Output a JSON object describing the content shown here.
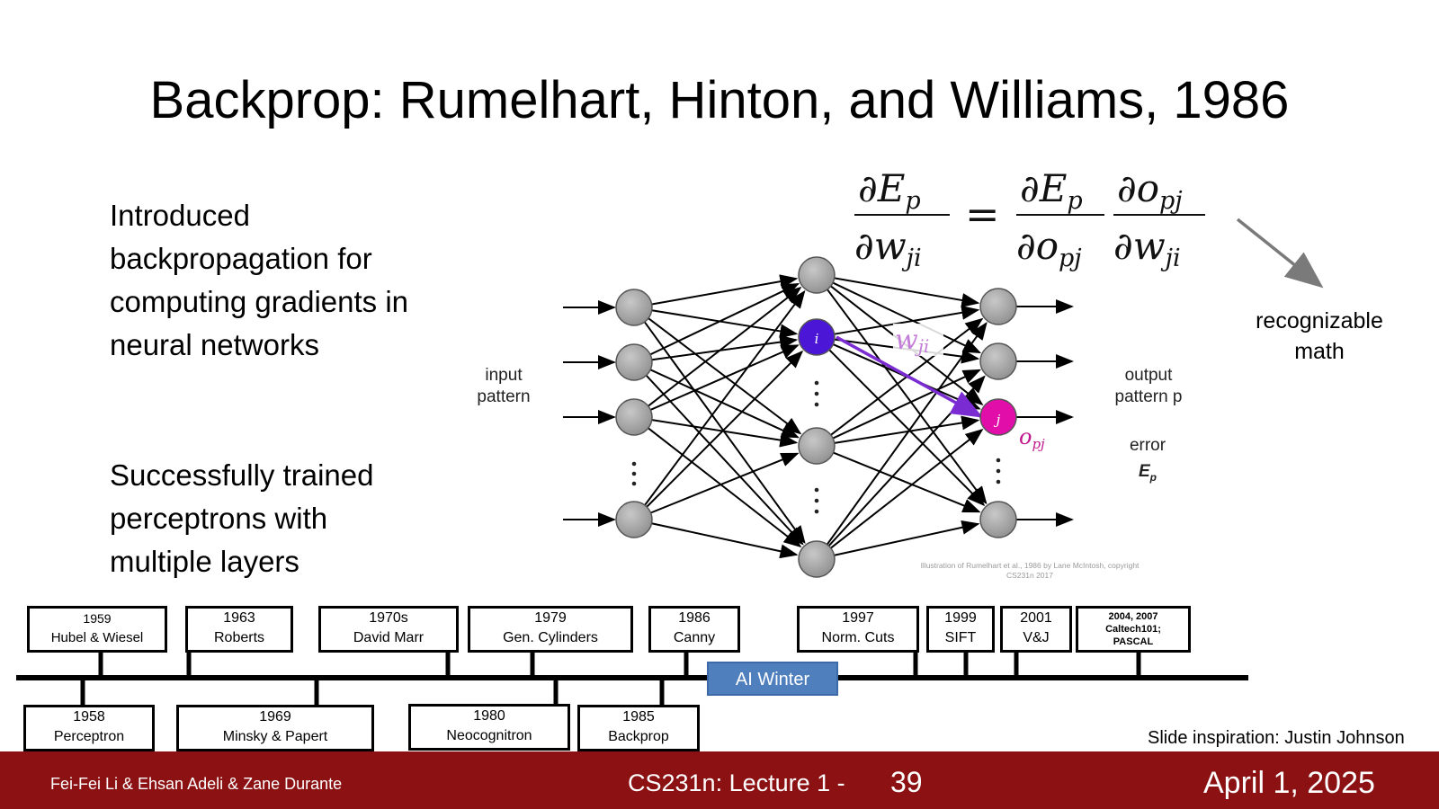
{
  "slide": {
    "title": "Backprop: Rumelhart, Hinton, and Williams, 1986",
    "bullet1": "Introduced backpropagation for computing gradients in neural networks",
    "bullet2": "Successfully trained perceptrons with multiple layers"
  },
  "diagram": {
    "input_label": "input\npattern",
    "output_label": "output\npattern p",
    "error_label": "error",
    "error_symbol": "E",
    "error_subscript": "p",
    "node_i_label": "i",
    "node_j_label": "j",
    "weight_label": "w",
    "weight_subscript": "ji",
    "output_node_label": "o",
    "output_node_subscript": "pj",
    "credit": "Illustration of Rumelhart et al., 1986 by Lane McIntosh, copyright CS231n 2017",
    "colors": {
      "node": "#a6a6a6",
      "node_i": "#4b16d6",
      "node_j": "#e20ea9",
      "arrow": "#7a2bd2"
    }
  },
  "formula": {
    "partial": "∂",
    "E": "E",
    "p": "p",
    "w": "w",
    "ji": "ji",
    "o": "o",
    "pj": "pj",
    "equals": "="
  },
  "annotation": "recognizable math",
  "timeline": {
    "top": [
      {
        "year": "1959",
        "label": "Hubel & Wiesel"
      },
      {
        "year": "1963",
        "label": "Roberts"
      },
      {
        "year": "1970s",
        "label": "David Marr"
      },
      {
        "year": "1979",
        "label": "Gen. Cylinders"
      },
      {
        "year": "1986",
        "label": "Canny"
      },
      {
        "year": "1997",
        "label": "Norm. Cuts"
      },
      {
        "year": "1999",
        "label": "SIFT"
      },
      {
        "year": "2001",
        "label": "V&J"
      },
      {
        "year": "2004, 2007",
        "label": "Caltech101; PASCAL"
      }
    ],
    "bottom": [
      {
        "year": "1958",
        "label": "Perceptron"
      },
      {
        "year": "1969",
        "label": "Minsky & Papert"
      },
      {
        "year": "1980",
        "label": "Neocognitron"
      },
      {
        "year": "1985",
        "label": "Backprop"
      }
    ],
    "ai_winter": "AI Winter",
    "ai_winter_color": "#4f7fbd"
  },
  "inspiration": "Slide inspiration: Justin Johnson",
  "footer": {
    "authors": "Fei-Fei Li & Ehsan Adeli & Zane Durante",
    "course": "CS231n: Lecture 1 -",
    "page": "39",
    "date": "April 1, 2025",
    "color": "#8b1113"
  }
}
